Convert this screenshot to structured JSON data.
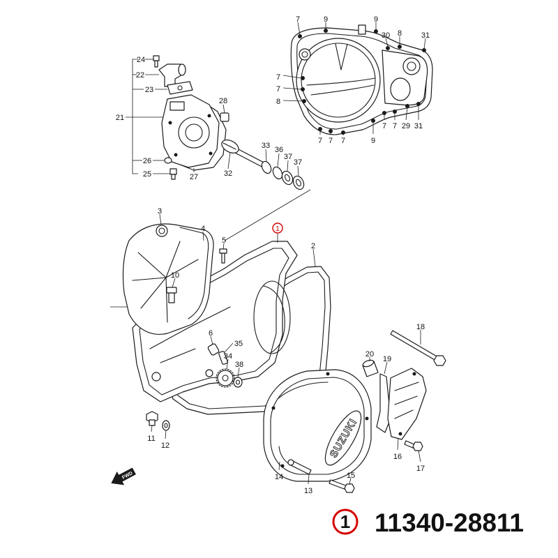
{
  "diagram": {
    "callouts": {
      "clutch_cover": [
        "7",
        "9",
        "9",
        "30",
        "8",
        "31",
        "7",
        "7",
        "8",
        "7",
        "7",
        "29",
        "31",
        "7",
        "7",
        "7",
        "9"
      ],
      "water_pump": [
        "24",
        "22",
        "23",
        "21",
        "28",
        "26",
        "25",
        "27",
        "32",
        "33",
        "36",
        "37",
        "37"
      ],
      "crankcase_cover": [
        "3",
        "4",
        "5",
        "2",
        "10",
        "6",
        "35",
        "34",
        "38",
        "18",
        "20",
        "19",
        "11",
        "12",
        "14",
        "13",
        "15",
        "16",
        "17"
      ]
    },
    "highlighted_callout": "1",
    "logo_text": "SUZUKI",
    "direction_marker": "FWD"
  },
  "part_reference": {
    "index": "1",
    "part_number": "11340-28811"
  },
  "colors": {
    "line": "#1a1a1a",
    "highlight": "#d40000",
    "background": "#ffffff"
  }
}
